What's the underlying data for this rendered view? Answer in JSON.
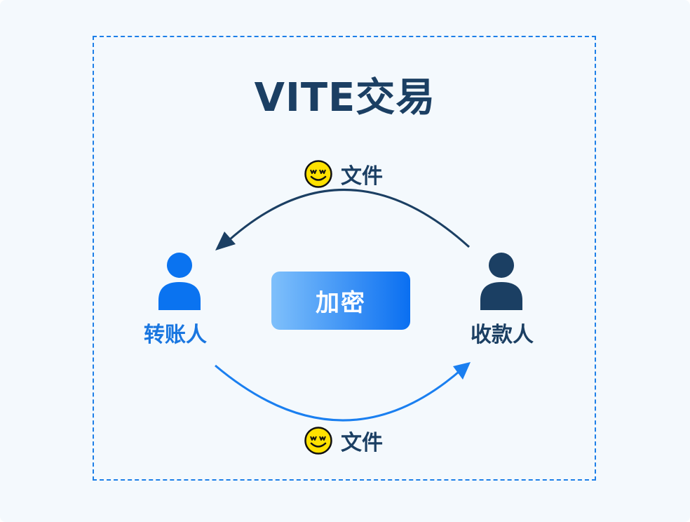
{
  "title": "VITE交易",
  "center_box": {
    "label": "加密"
  },
  "sender": {
    "label": "转账人",
    "color": "#1976e0"
  },
  "receiver": {
    "label": "收款人",
    "color": "#1b3f63"
  },
  "top_transfer": {
    "label": "文件",
    "icon": "mw-smiley-coin-icon",
    "arrow_color": "#1b3f63"
  },
  "bottom_transfer": {
    "label": "文件",
    "icon": "mw-smiley-coin-icon",
    "arrow_color": "#1a7ff0"
  },
  "colors": {
    "frame_dash": "#1d7fe8",
    "background": "#f4f9fd",
    "gradient_start": "#7fc0fb",
    "gradient_end": "#0a6ff1",
    "coin_yellow": "#ffe100"
  }
}
